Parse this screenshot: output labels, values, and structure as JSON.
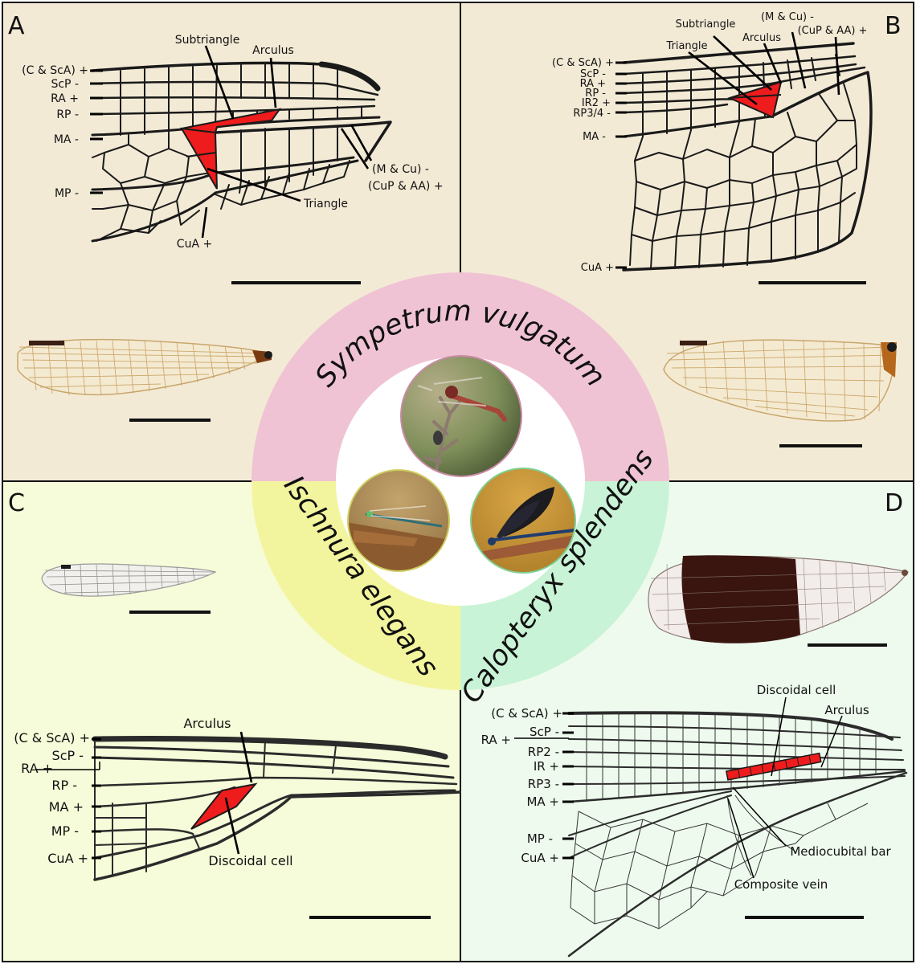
{
  "panels": {
    "A": {
      "letter": "A",
      "labels": {
        "c_sca": "(C & ScA) +",
        "scp": "ScP -",
        "ra": "RA +",
        "rp": "RP -",
        "ma": "MA -",
        "mp": "MP -",
        "subtriangle": "Subtriangle",
        "arculus": "Arculus",
        "m_cu": "(M & Cu) -",
        "cup_aa": "(CuP & AA) +",
        "triangle": "Triangle",
        "cua": "CuA +"
      }
    },
    "B": {
      "letter": "B",
      "labels": {
        "c_sca": "(C & ScA) +",
        "scp": "ScP -",
        "ra": "RA +",
        "rp": "RP -",
        "ir2": "IR2 +",
        "rp34": "RP3/4 -",
        "ma": "MA -",
        "cua": "CuA +",
        "subtriangle": "Subtriangle",
        "triangle": "Triangle",
        "arculus": "Arculus",
        "m_cu": "(M & Cu) -",
        "cup_aa": "(CuP & AA) +"
      }
    },
    "C": {
      "letter": "C",
      "labels": {
        "arculus": "Arculus",
        "c_sca": "(C & ScA) +",
        "scp": "ScP -",
        "ra": "RA +",
        "rp": "RP -",
        "ma": "MA +",
        "mp": "MP -",
        "cua": "CuA +",
        "discoidal": "Discoidal cell"
      }
    },
    "D": {
      "letter": "D",
      "labels": {
        "c_sca": "(C & ScA) +",
        "scp": "ScP -",
        "ra": "RA +",
        "rp2": "RP2 -",
        "ir": "IR +",
        "rp3": "RP3 -",
        "ma": "MA +",
        "mp": "MP -",
        "cua": "CuA +",
        "discoidal": "Discoidal cell",
        "arculus": "Arculus",
        "mediocubital": "Mediocubital bar",
        "composite": "Composite vein"
      }
    }
  },
  "species": {
    "sympetrum": "Sympetrum vulgatum",
    "ischnura": "Ischnura elegans",
    "calopteryx": "Calopteryx splendens"
  },
  "colors": {
    "panel_A_bg": "#f3ead6",
    "panel_B_bg": "#f3ead6",
    "panel_C_bg": "#f6fbd9",
    "panel_D_bg": "#eefaee",
    "ring_sympetrum": "#efc3d3",
    "ring_ischnura": "#f3f59e",
    "ring_calopteryx": "#c9f3d6",
    "highlight_red": "#ee1c1c"
  }
}
